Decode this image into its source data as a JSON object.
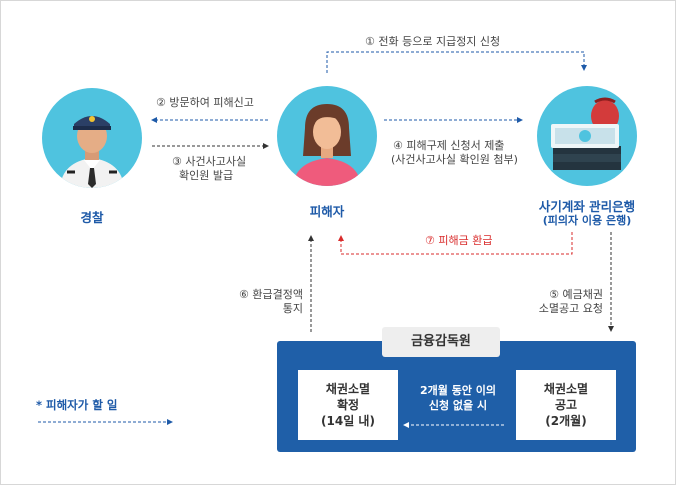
{
  "colors": {
    "arrow_blue": "#1e5aa8",
    "arrow_dark": "#333333",
    "arrow_red": "#d92b2b",
    "circle_bg": "#4fc3df",
    "panel_bg": "#1f5fa8"
  },
  "actors": {
    "police": {
      "label": "경찰",
      "icon": "police-officer-icon"
    },
    "victim": {
      "label": "피해자",
      "icon": "victim-woman-icon"
    },
    "bank": {
      "label": "사기계좌 관리은행",
      "sublabel": "(피의자 이용 은행)",
      "icon": "money-bundle-icon"
    }
  },
  "steps": {
    "s1": "① 전화 등으로 지급정지 신청",
    "s2": "② 방문하여 피해신고",
    "s3_line1": "③ 사건사고사실",
    "s3_line2": "확인원 발급",
    "s4_line1": "④ 피해구제 신청서 제출",
    "s4_line2": "(사건사고사실 확인원 첨부)",
    "s5_line1": "⑤ 예금채권",
    "s5_line2": "소멸공고 요청",
    "s6_line1": "⑥ 환급결정액",
    "s6_line2": "통지",
    "s7": "⑦ 피해금 환급"
  },
  "fss": {
    "title": "금융감독원",
    "left_box": {
      "line1": "채권소멸",
      "line2": "확정",
      "line3": "(14일 내)"
    },
    "middle_text": {
      "line1": "2개월 동안 이의",
      "line2": "신청 없을 시"
    },
    "right_box": {
      "line1": "채권소멸",
      "line2": "공고",
      "line3": "(2개월)"
    }
  },
  "legend": {
    "label": "* 피해자가 할 일"
  }
}
